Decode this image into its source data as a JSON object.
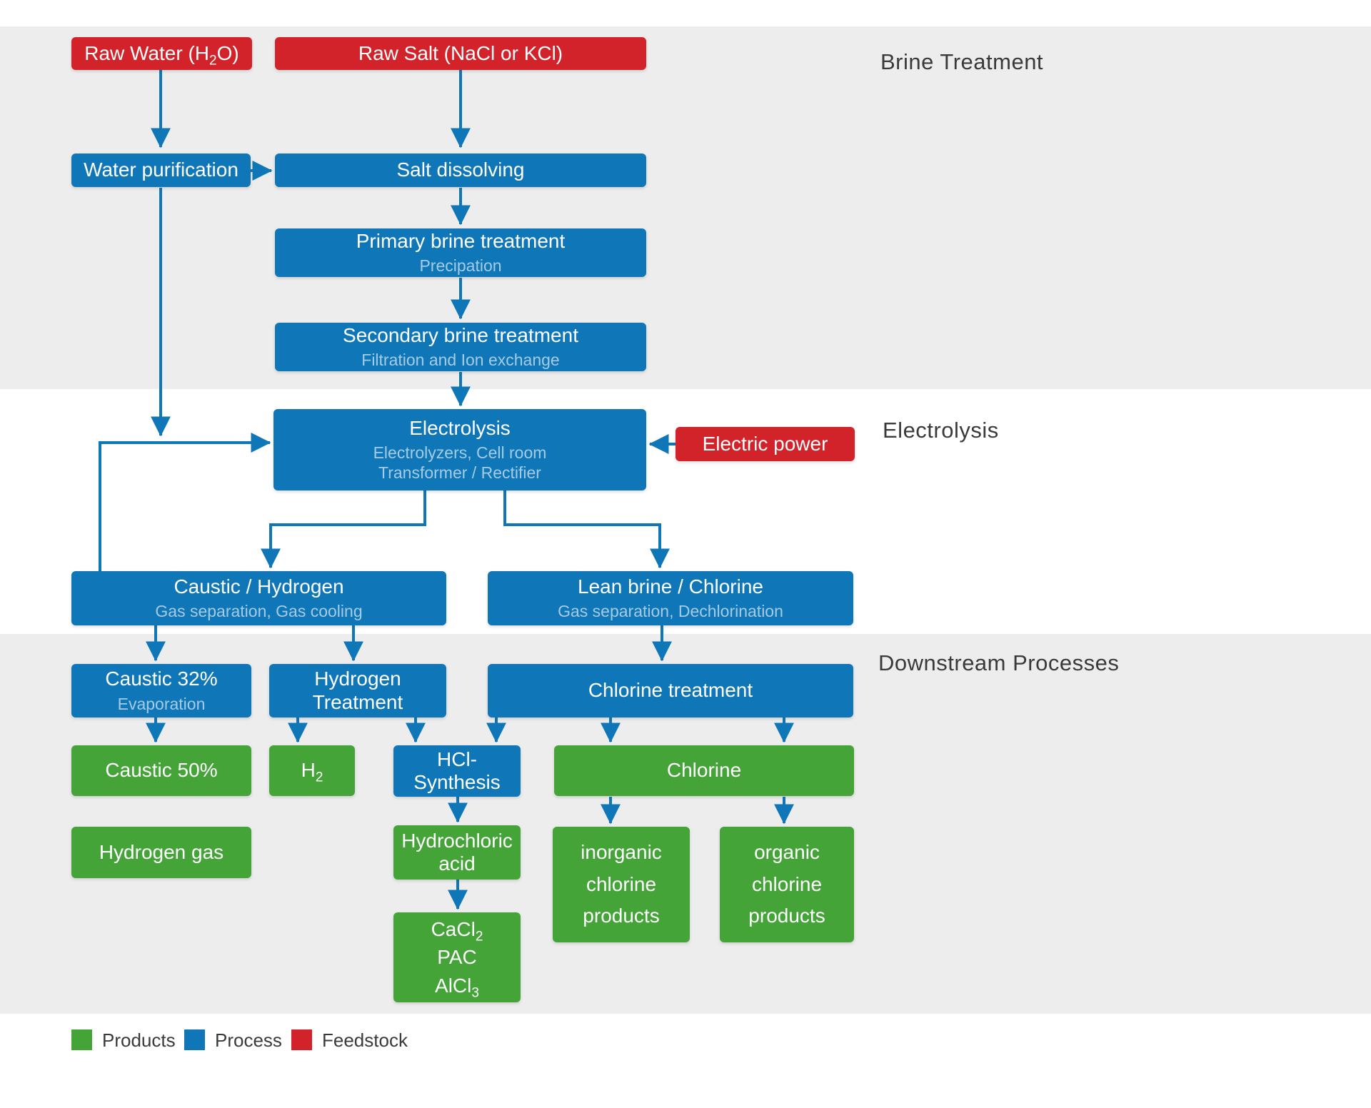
{
  "palette": {
    "process_blue": "#0f76b8",
    "product_green": "#44a438",
    "feedstock_red": "#d2222a",
    "arrow_blue": "#0f76b8",
    "label_gray": "#3a3a39",
    "band_gray": "#ededee"
  },
  "section_labels": {
    "brine": "Brine Treatment",
    "electrolysis": "Electrolysis",
    "downstream": "Downstream Processes"
  },
  "nodes": {
    "raw_water": {
      "text": "Raw Water (H",
      "sub": "2",
      "text2": "O)"
    },
    "raw_salt": {
      "title": "Raw Salt (NaCl or KCl)"
    },
    "water_purification": {
      "title": "Water purification"
    },
    "salt_dissolving": {
      "title": "Salt dissolving"
    },
    "primary": {
      "title": "Primary brine treatment",
      "subtitle": "Precipation"
    },
    "secondary": {
      "title": "Secondary brine treatment",
      "subtitle": "Filtration and Ion exchange"
    },
    "electrolysis": {
      "title": "Electrolysis",
      "subtitle1": "Electrolyzers, Cell room",
      "subtitle2": "Transformer / Rectifier"
    },
    "electric_power": {
      "title": "Electric power"
    },
    "caustic_hydrogen": {
      "title": "Caustic / Hydrogen",
      "subtitle": "Gas separation, Gas cooling"
    },
    "lean_brine": {
      "title": "Lean brine / Chlorine",
      "subtitle": "Gas separation, Dechlorination"
    },
    "caustic32": {
      "title": "Caustic 32%",
      "subtitle": "Evaporation"
    },
    "hydrogen_treatment": {
      "line1": "Hydrogen",
      "line2": "Treatment"
    },
    "chlorine_treatment": {
      "title": "Chlorine treatment"
    },
    "caustic50": {
      "title": "Caustic 50%"
    },
    "h2": {
      "text": "H",
      "sub": "2"
    },
    "hcl_synthesis": {
      "line1": "HCl-",
      "line2": "Synthesis"
    },
    "chlorine": {
      "title": "Chlorine"
    },
    "hydrogen_gas": {
      "title": "Hydrogen gas"
    },
    "hydrochloric": {
      "line1": "Hydrochloric",
      "line2": "acid"
    },
    "inorganic": {
      "line1": "inorganic",
      "line2": "chlorine",
      "line3": "products"
    },
    "organic": {
      "line1": "organic",
      "line2": "chlorine",
      "line3": "products"
    },
    "cacl2": {
      "l1": "CaCl",
      "l1sub": "2",
      "l2": "PAC",
      "l3": "AlCl",
      "l3sub": "3"
    }
  },
  "legend": {
    "products": "Products",
    "process": "Process",
    "feedstock": "Feedstock"
  }
}
